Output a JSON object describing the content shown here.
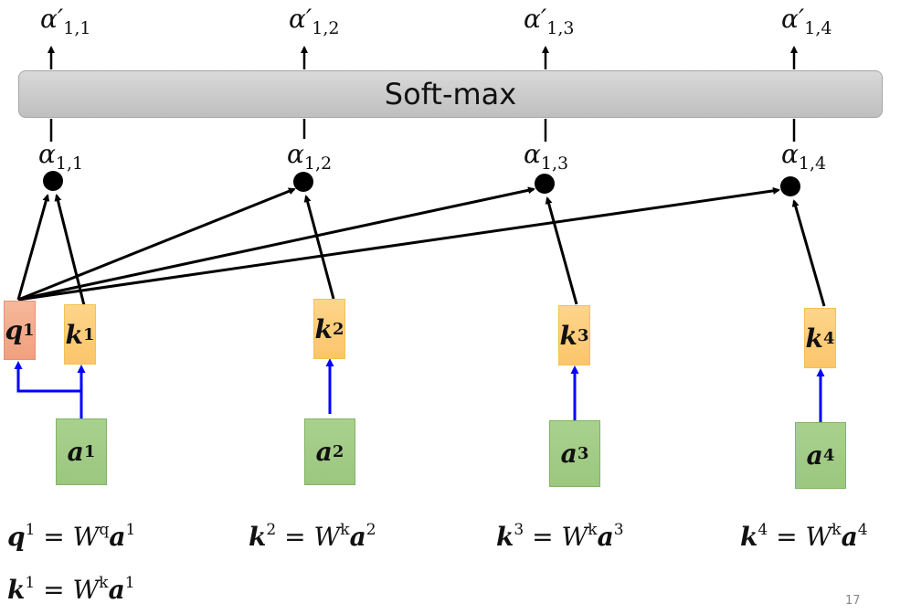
{
  "softmax": {
    "label": "Soft-max"
  },
  "outputs": [
    {
      "sym": "α′",
      "sub": "1,1"
    },
    {
      "sym": "α′",
      "sub": "1,2"
    },
    {
      "sym": "α′",
      "sub": "1,3"
    },
    {
      "sym": "α′",
      "sub": "1,4"
    }
  ],
  "scores": [
    {
      "sym": "α",
      "sub": "1,1"
    },
    {
      "sym": "α",
      "sub": "1,2"
    },
    {
      "sym": "α",
      "sub": "1,3"
    },
    {
      "sym": "α",
      "sub": "1,4"
    }
  ],
  "query": {
    "sym": "q",
    "sup": "1"
  },
  "keys": [
    {
      "sym": "k",
      "sup": "1"
    },
    {
      "sym": "k",
      "sup": "2"
    },
    {
      "sym": "k",
      "sup": "3"
    },
    {
      "sym": "k",
      "sup": "4"
    }
  ],
  "inputs": [
    {
      "sym": "a",
      "sup": "1"
    },
    {
      "sym": "a",
      "sup": "2"
    },
    {
      "sym": "a",
      "sup": "3"
    },
    {
      "sym": "a",
      "sup": "4"
    }
  ],
  "equations": [
    {
      "lhs": "q",
      "lsup": "1",
      "eq": " = ",
      "w": "W",
      "wsup": "q",
      "rhs": "a",
      "rsup": "1"
    },
    {
      "lhs": "k",
      "lsup": "2",
      "eq": " = ",
      "w": "W",
      "wsup": "k",
      "rhs": "a",
      "rsup": "2"
    },
    {
      "lhs": "k",
      "lsup": "3",
      "eq": " = ",
      "w": "W",
      "wsup": "k",
      "rhs": "a",
      "rsup": "3"
    },
    {
      "lhs": "k",
      "lsup": "4",
      "eq": " = ",
      "w": "W",
      "wsup": "k",
      "rhs": "a",
      "rsup": "4"
    },
    {
      "lhs": "k",
      "lsup": "1",
      "eq": " = ",
      "w": "W",
      "wsup": "k",
      "rhs": "a",
      "rsup": "1"
    }
  ],
  "page_number": "17",
  "colors": {
    "query": "#f0a07e",
    "key": "#fcc56a",
    "input": "#9bc77f",
    "blue_arrow": "#0000ff",
    "softmax": "#c8c8c8"
  }
}
